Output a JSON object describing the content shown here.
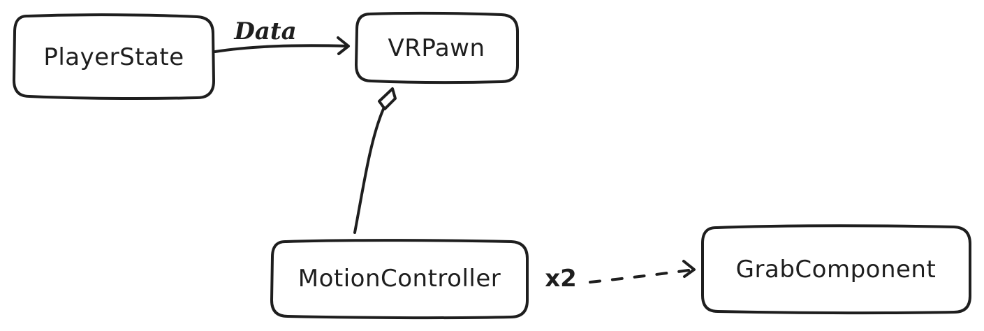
{
  "diagram": {
    "nodes": {
      "player_state": "PlayerState",
      "vr_pawn": "VRPawn",
      "motion_controller": "MotionController",
      "grab_component": "GrabComponent"
    },
    "edges": {
      "player_state_to_vr_pawn": {
        "label": "Data",
        "style": "solid-arrow"
      },
      "motion_controller_to_vr_pawn": {
        "label": "",
        "style": "aggregation"
      },
      "motion_controller_to_grab_component": {
        "label": "x2",
        "style": "dashed-arrow"
      }
    },
    "colors": {
      "stroke": "#1e1e1e",
      "fill": "#ffffff",
      "background": "#ffffff"
    }
  }
}
